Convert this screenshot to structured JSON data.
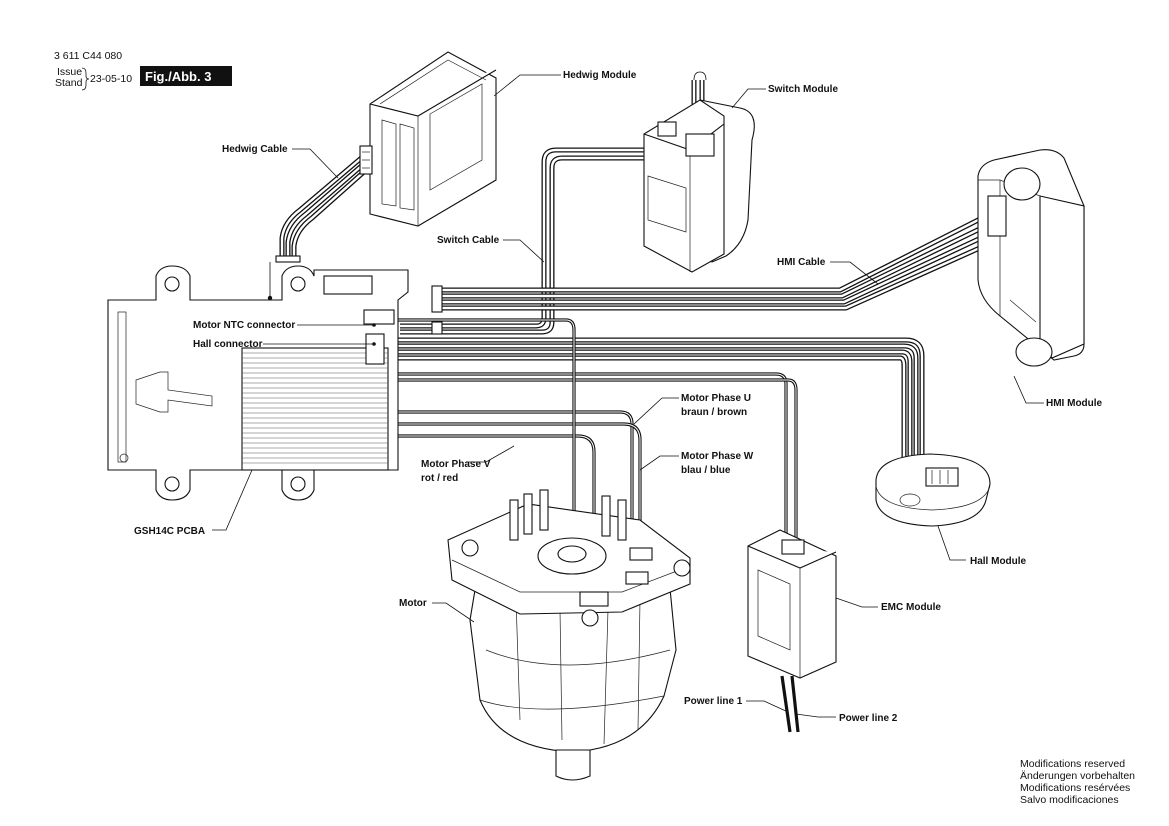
{
  "header": {
    "doc_number": "3 611 C44 080",
    "issue_label": "Issue",
    "stand_label": "Stand",
    "date": "23-05-10",
    "figure": "Fig./Abb. 3"
  },
  "labels": {
    "hedwig_module": "Hedwig Module",
    "switch_module": "Switch Module",
    "hedwig_cable": "Hedwig Cable",
    "switch_cable": "Switch Cable",
    "hmi_cable": "HMI Cable",
    "motor_ntc": "Motor NTC connector",
    "hall_connector": "Hall connector",
    "hmi_module": "HMI Module",
    "phase_u_1": "Motor Phase U",
    "phase_u_2": "braun / brown",
    "phase_w_1": "Motor Phase W",
    "phase_w_2": "blau / blue",
    "phase_v_1": "Motor Phase V",
    "phase_v_2": "rot / red",
    "pcba": "GSH14C PCBA",
    "hall_module": "Hall Module",
    "motor": "Motor",
    "emc_module": "EMC Module",
    "power_line_1": "Power line 1",
    "power_line_2": "Power line 2"
  },
  "footer": {
    "en": "Modifications reserved",
    "de": "Änderungen vorbehalten",
    "fr": "Modifications resérvées",
    "es": "Salvo modificaciones"
  }
}
